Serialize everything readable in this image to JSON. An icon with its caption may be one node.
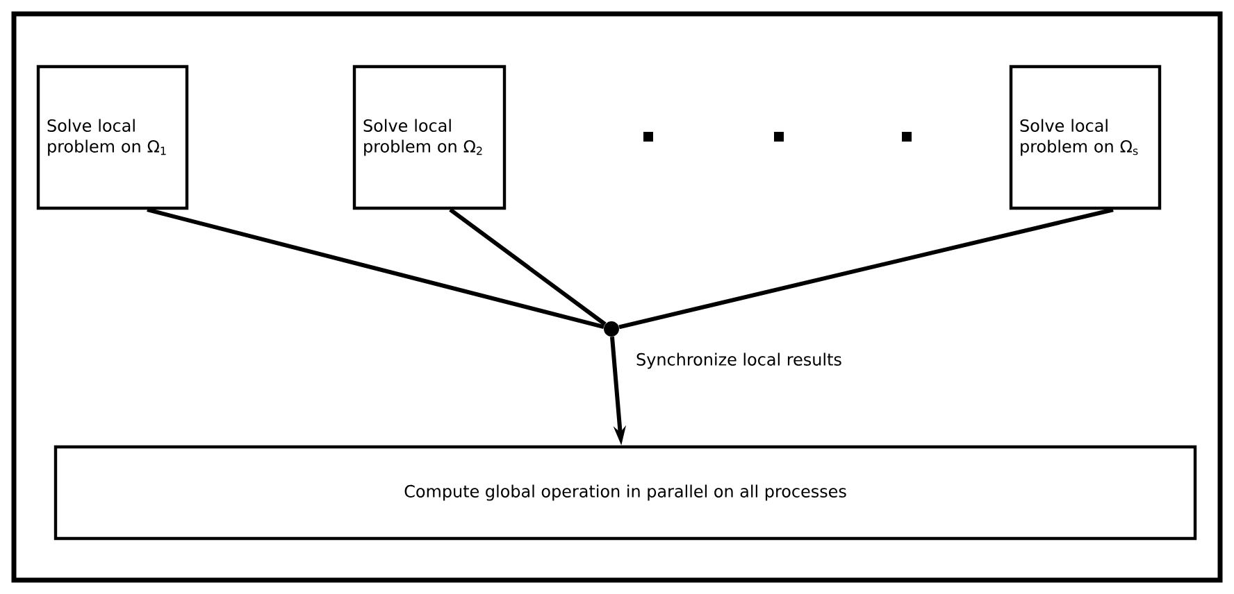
{
  "diagram": {
    "nodes": [
      {
        "text": [
          "Solve local problem on Ω$_{1}$"
        ]
      },
      {
        "text": [
          "Solve local problem on Ω$_{2}$"
        ]
      },
      {
        "text": [
          "Solve local problem on Ω$_{s}$"
        ]
      },
      {
        "text": [],
        "shape": "circle",
        "beside": [
          "Synchronize local results"
        ]
      },
      {
        "text": [
          "Compute global operation in parallel on all processes"
        ]
      }
    ],
    "edges": [
      {
        "from": 0,
        "to": 3,
        "arrow": "none"
      },
      {
        "from": 1,
        "to": 3,
        "arrow": "none"
      },
      {
        "from": 2,
        "to": 3,
        "arrow": "none"
      },
      {
        "from": 3,
        "to": 4,
        "arrow": "to"
      }
    ]
  }
}
